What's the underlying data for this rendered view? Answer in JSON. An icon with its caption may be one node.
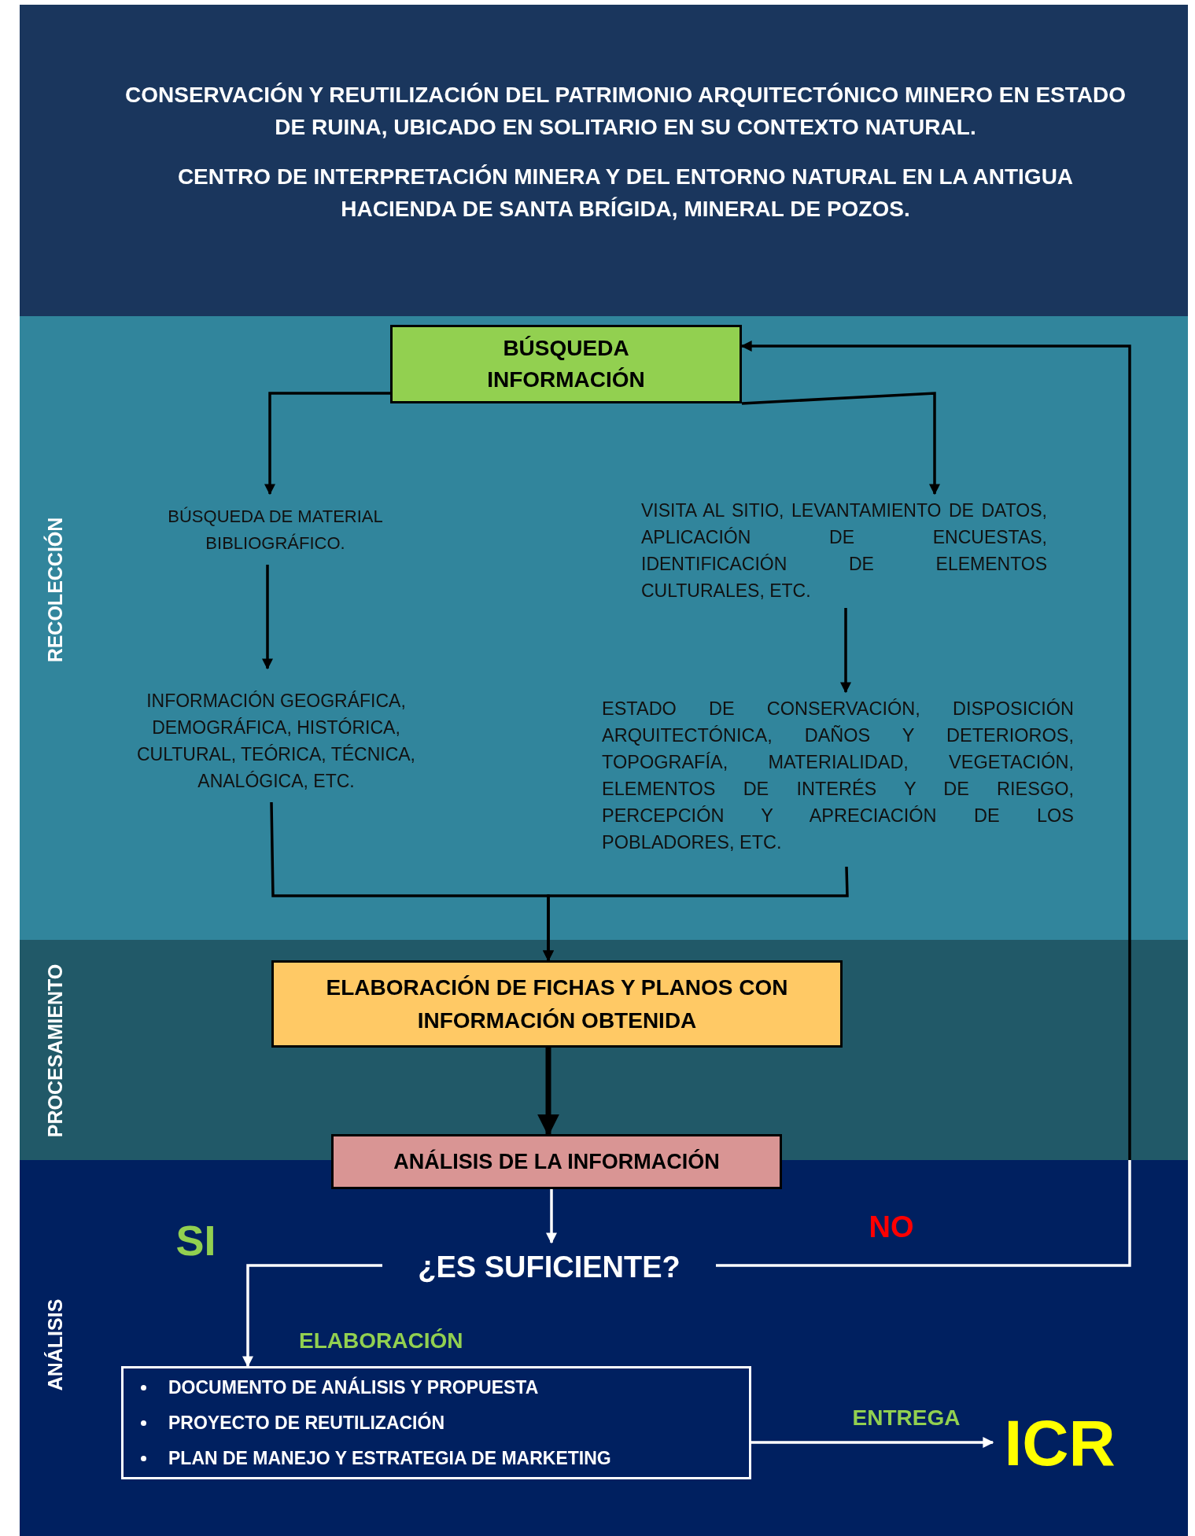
{
  "diagram": {
    "title": "CONSERVACIÓN Y REUTILIZACIÓN DEL PATRIMONIO ARQUITECTÓNICO MINERO EN ESTADO DE RUINA, UBICADO EN SOLITARIO EN SU CONTEXTO NATURAL.",
    "nodes": [
      {
        "text": [
          "BÚSQUEDA INFORMACIÓN"
        ]
      },
      {
        "text": [
          "BÚSQUEDA DE MATERIAL BIBLIOGRÁFICO."
        ]
      },
      {
        "text": [
          "VISITA AL SITIO, LEVANTAMIENTO DE DATOS, APLICACIÓN DE ENCUESTAS, IDENTIFICACIÓN DE ELEMENTOS CULTURALES, ETC."
        ]
      },
      {
        "text": [
          "INFORMACIÓN GEOGRÁFICA, DEMOGRÁFICA, HISTÓRICA, CULTURAL, TEÓRICA, TÉCNICA, ANALÓGICA, ETC."
        ]
      },
      {
        "text": [
          "ESTADO DE CONSERVACIÓN, DISPOSICIÓN ARQUITECTÓNICA, DAÑOS Y DETERIOROS, TOPOGRAFÍA, MATERIALIDAD, VEGETACIÓN, ELEMENTOS DE INTERÉS Y DE RIESGO, PERCEPCIÓN Y APRECIACIÓN DE LOS POBLADORES, ETC."
        ]
      },
      {
        "text": [
          "ELABORACIÓN DE FICHAS Y PLANOS CON INFORMACIÓN OBTENIDA"
        ]
      },
      {
        "text": [
          "ANÁLISIS DE LA INFORMACIÓN"
        ]
      },
      {
        "text": [
          "¿ES SUFICIENTE?"
        ]
      },
      {
        "text": [
          "DOCUMENTO DE ANÁLISIS Y PROPUESTA",
          "PROYECTO DE REUTILIZACIÓN",
          "PLAN DE MANEJO Y ESTRATEGIA DE MARKETING"
        ],
        "beside": [
          "ELABORACIÓN"
        ]
      },
      {
        "text": [
          "ICR"
        ]
      }
    ],
    "edges": [
      {
        "from": 0,
        "to": 1,
        "arrow": "to"
      },
      {
        "from": 0,
        "to": 2,
        "arrow": "to"
      },
      {
        "from": 1,
        "to": 3,
        "arrow": "to"
      },
      {
        "from": 2,
        "to": 4,
        "arrow": "to"
      },
      {
        "from": 3,
        "to": 5,
        "arrow": "to"
      },
      {
        "from": 4,
        "to": 5,
        "arrow": "to"
      },
      {
        "from": 5,
        "to": 6,
        "arrow": "to",
        "style": "thick"
      },
      {
        "from": 6,
        "to": 7,
        "arrow": "to",
        "color": "#ffffff"
      },
      {
        "from": 7,
        "to": 8,
        "arrow": "to",
        "label": "SI",
        "color": "#ffffff"
      },
      {
        "from": 7,
        "to": 0,
        "arrow": "to",
        "label": "NO",
        "color": "#ffffff"
      },
      {
        "from": 8,
        "to": 9,
        "arrow": "to",
        "label": "ENTREGA",
        "color": "#ffffff"
      }
    ],
    "labels": [
      "CENTRO DE INTERPRETACIÓN MINERA Y DEL ENTORNO NATURAL EN LA ANTIGUA HACIENDA DE SANTA BRÍGIDA, MINERAL DE POZOS.",
      "RECOLECCIÓN",
      "PROCESAMIENTO",
      "ANÁLISIS"
    ]
  }
}
